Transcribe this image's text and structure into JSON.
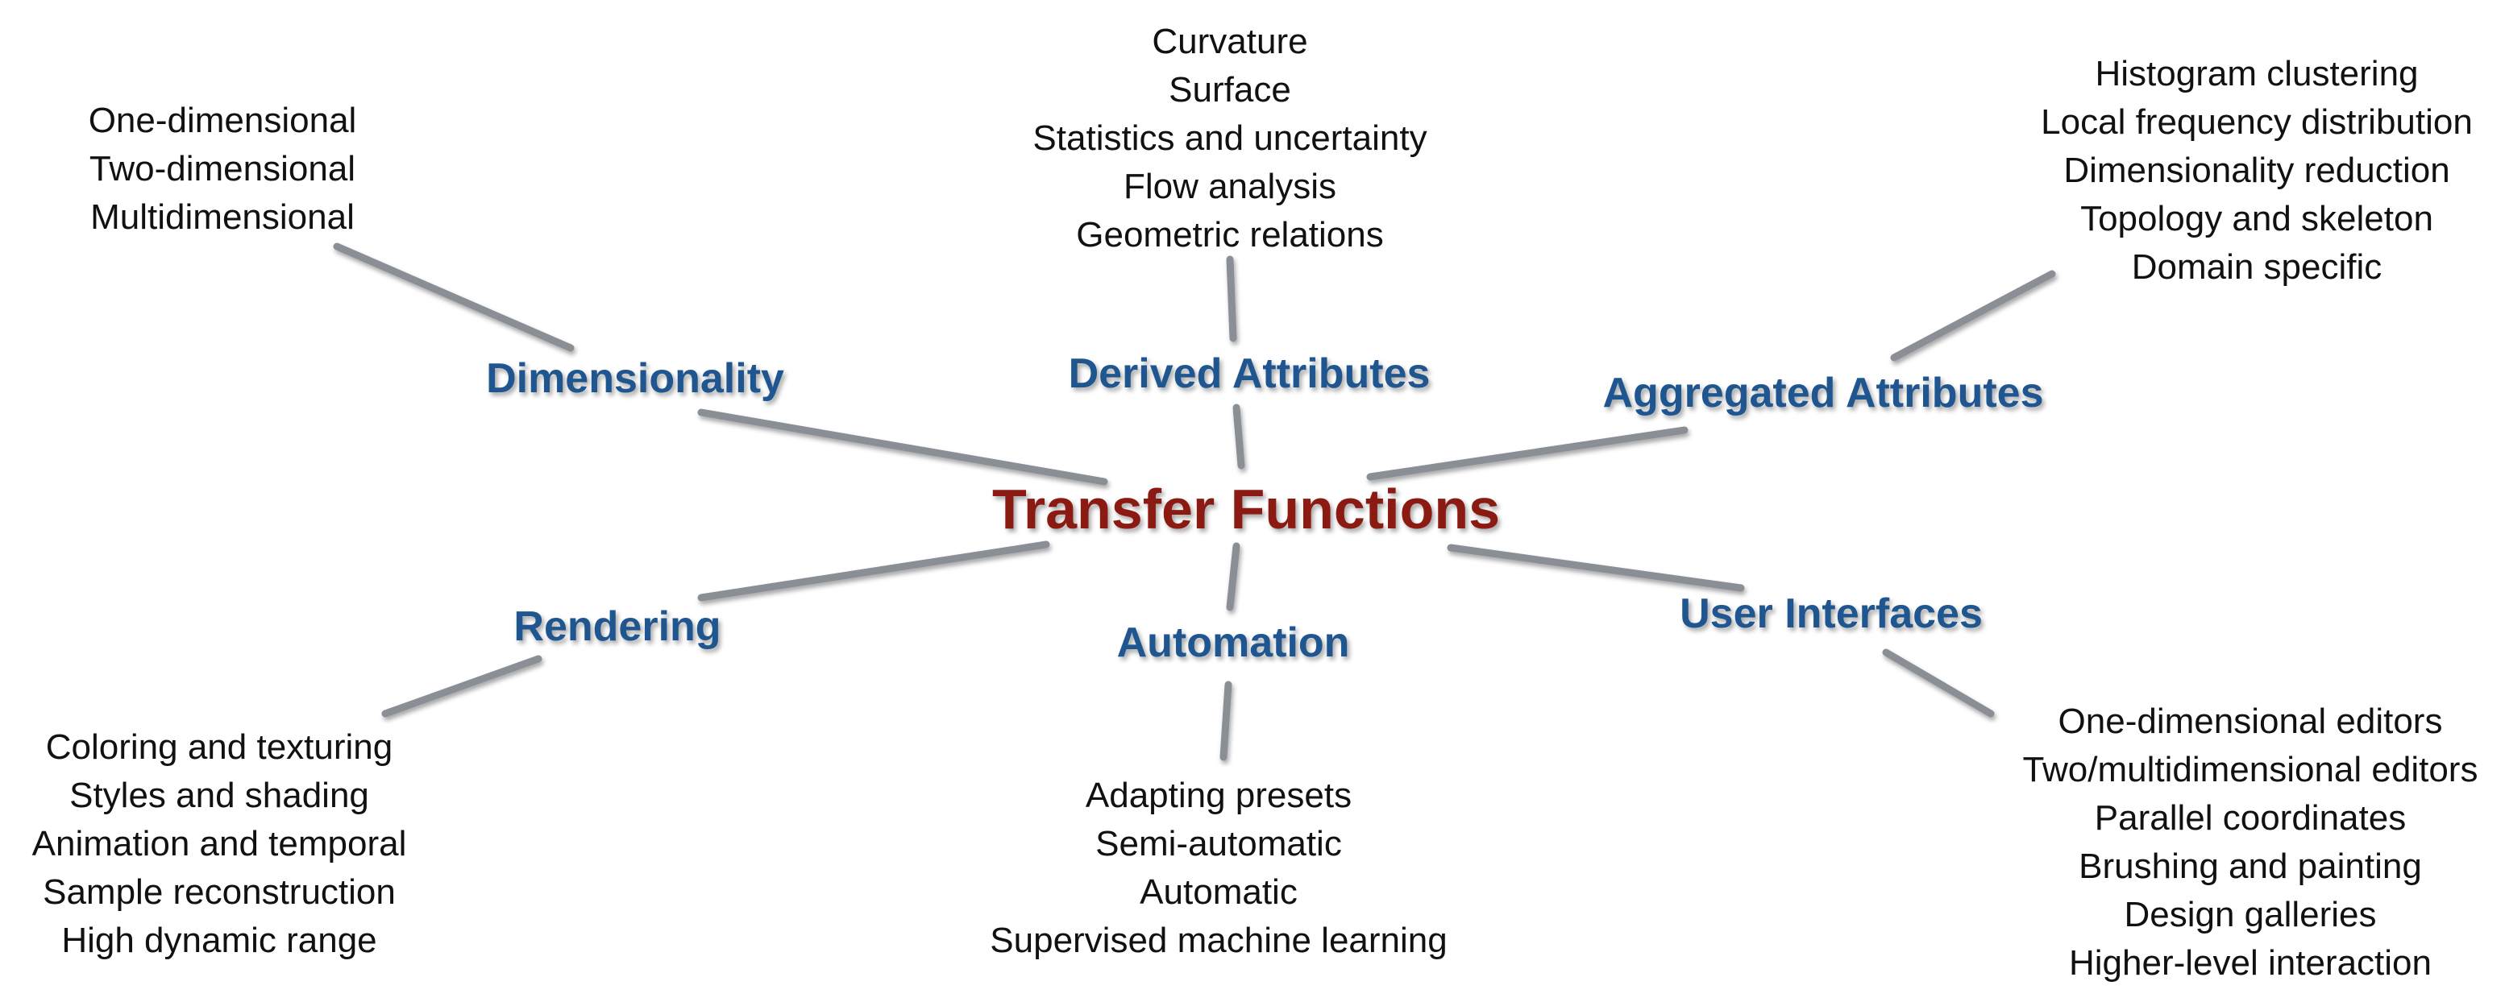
{
  "center_label": "Transfer Functions",
  "categories": [
    {
      "key": "dimensionality",
      "label": "Dimensionality",
      "items": [
        "One-dimensional",
        "Two-dimensional",
        "Multidimensional"
      ]
    },
    {
      "key": "derived",
      "label": "Derived Attributes",
      "items": [
        "Curvature",
        "Surface",
        "Statistics and uncertainty",
        "Flow analysis",
        "Geometric relations"
      ]
    },
    {
      "key": "aggregated",
      "label": "Aggregated Attributes",
      "items": [
        "Histogram clustering",
        "Local frequency distribution",
        "Dimensionality reduction",
        "Topology and skeleton",
        "Domain specific"
      ]
    },
    {
      "key": "rendering",
      "label": "Rendering",
      "items": [
        "Coloring and texturing",
        "Styles and shading",
        "Animation and temporal",
        "Sample reconstruction",
        "High dynamic range"
      ]
    },
    {
      "key": "automation",
      "label": "Automation",
      "items": [
        "Adapting presets",
        "Semi-automatic",
        "Automatic",
        "Supervised machine learning"
      ]
    },
    {
      "key": "user_interfaces",
      "label": "User Interfaces",
      "items": [
        "One-dimensional editors",
        "Two/multidimensional editors",
        "Parallel coordinates",
        "Brushing and painting",
        "Design galleries",
        "Higher-level interaction"
      ]
    }
  ],
  "colors": {
    "center_text": "#8b1a12",
    "category_text": "#1f5690",
    "item_text": "#111111",
    "connector": "#8a8f96"
  }
}
